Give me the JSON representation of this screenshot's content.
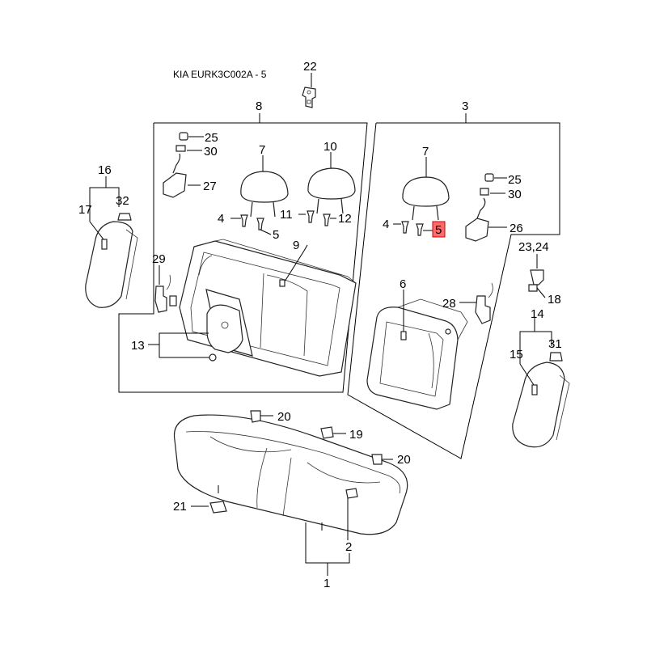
{
  "title": "KIA EURK3C002A - 5",
  "highlight_color": "#ff6b6b",
  "labels": {
    "n1": "1",
    "n2": "2",
    "n3": "3",
    "n4a": "4",
    "n4b": "4",
    "n5a": "5",
    "n5b": "5",
    "n6": "6",
    "n7a": "7",
    "n7b": "7",
    "n8": "8",
    "n9": "9",
    "n10": "10",
    "n11": "11",
    "n12": "12",
    "n13": "13",
    "n14": "14",
    "n15": "15",
    "n16": "16",
    "n17": "17",
    "n18": "18",
    "n19": "19",
    "n20a": "20",
    "n20b": "20",
    "n21": "21",
    "n22": "22",
    "n2324": "23,24",
    "n25a": "25",
    "n25b": "25",
    "n26": "26",
    "n27": "27",
    "n28": "28",
    "n29": "29",
    "n30a": "30",
    "n30b": "30",
    "n31": "31",
    "n32": "32"
  }
}
